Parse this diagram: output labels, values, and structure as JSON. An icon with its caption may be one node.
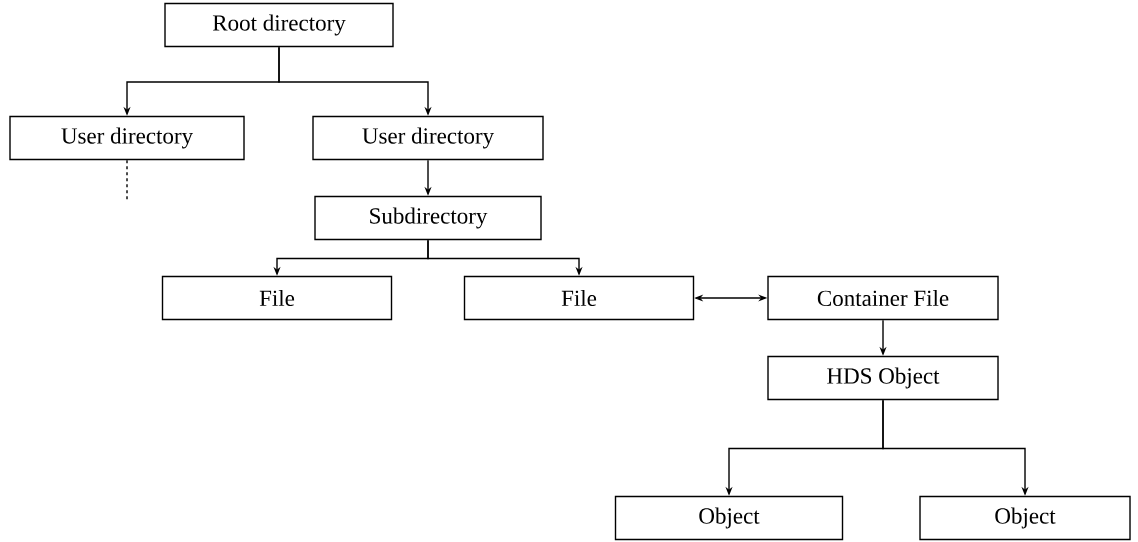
{
  "diagram": {
    "nodes": [
      {
        "text": [
          "Root directory"
        ]
      },
      {
        "text": [
          "User directory"
        ]
      },
      {
        "text": [
          "User directory"
        ]
      },
      {
        "text": [
          "Subdirectory"
        ]
      },
      {
        "text": [
          "File"
        ]
      },
      {
        "text": [
          "File"
        ]
      },
      {
        "text": [
          "Container File"
        ]
      },
      {
        "text": [
          "HDS Object"
        ]
      },
      {
        "text": [
          "Object"
        ]
      },
      {
        "text": [
          "Object"
        ]
      }
    ],
    "edges": [
      {
        "from": 0,
        "to": 1,
        "arrow": "to"
      },
      {
        "from": 0,
        "to": 2,
        "arrow": "to"
      },
      {
        "from": 1,
        "to": null,
        "arrow": "none",
        "style": "dashed"
      },
      {
        "from": 2,
        "to": 3,
        "arrow": "to"
      },
      {
        "from": 3,
        "to": 4,
        "arrow": "to"
      },
      {
        "from": 3,
        "to": 5,
        "arrow": "to"
      },
      {
        "from": 5,
        "to": 6,
        "arrow": "both"
      },
      {
        "from": 6,
        "to": 7,
        "arrow": "to"
      },
      {
        "from": 7,
        "to": 8,
        "arrow": "to"
      },
      {
        "from": 7,
        "to": 9,
        "arrow": "to"
      }
    ]
  }
}
